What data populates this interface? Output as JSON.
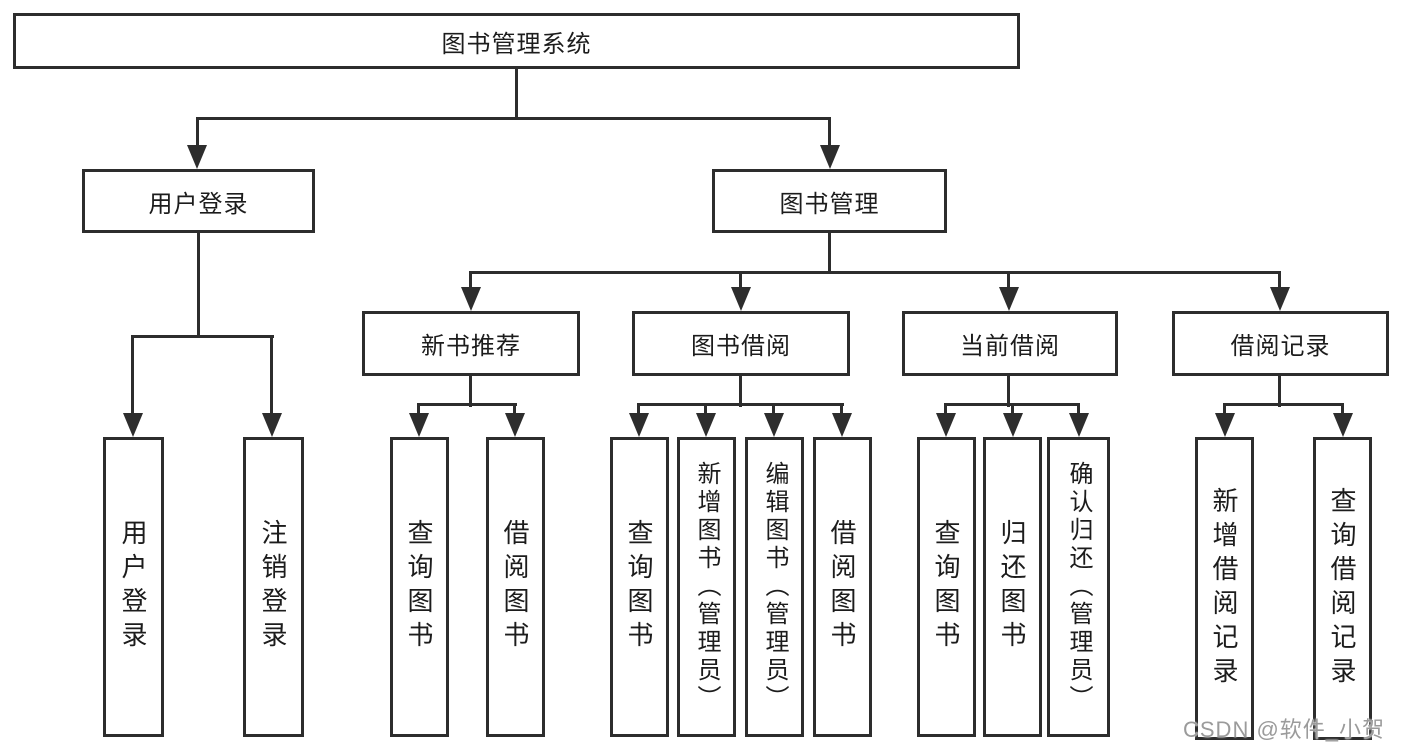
{
  "diagram_type": "hierarchy-tree",
  "tree": {
    "root": {
      "label": "图书管理系统",
      "children": [
        {
          "label": "用户登录",
          "children": [
            {
              "label": "用户登录"
            },
            {
              "label": "注销登录"
            }
          ]
        },
        {
          "label": "图书管理",
          "children": [
            {
              "label": "新书推荐",
              "children": [
                {
                  "label": "查询图书"
                },
                {
                  "label": "借阅图书"
                }
              ]
            },
            {
              "label": "图书借阅",
              "children": [
                {
                  "label": "查询图书"
                },
                {
                  "label": "新增图书（管理员）"
                },
                {
                  "label": "编辑图书（管理员）"
                },
                {
                  "label": "借阅图书"
                }
              ]
            },
            {
              "label": "当前借阅",
              "children": [
                {
                  "label": "查询图书"
                },
                {
                  "label": "归还图书"
                },
                {
                  "label": "确认归还（管理员）"
                }
              ]
            },
            {
              "label": "借阅记录",
              "children": [
                {
                  "label": "新增借阅记录"
                },
                {
                  "label": "查询借阅记录"
                }
              ]
            }
          ]
        }
      ]
    }
  },
  "watermark": {
    "text": "CSDN @软件_小贺同学"
  },
  "colors": {
    "line": "#2d2d2d",
    "text": "#1c1c1c",
    "watermark": "#9b9b9b",
    "background": "#ffffff"
  }
}
